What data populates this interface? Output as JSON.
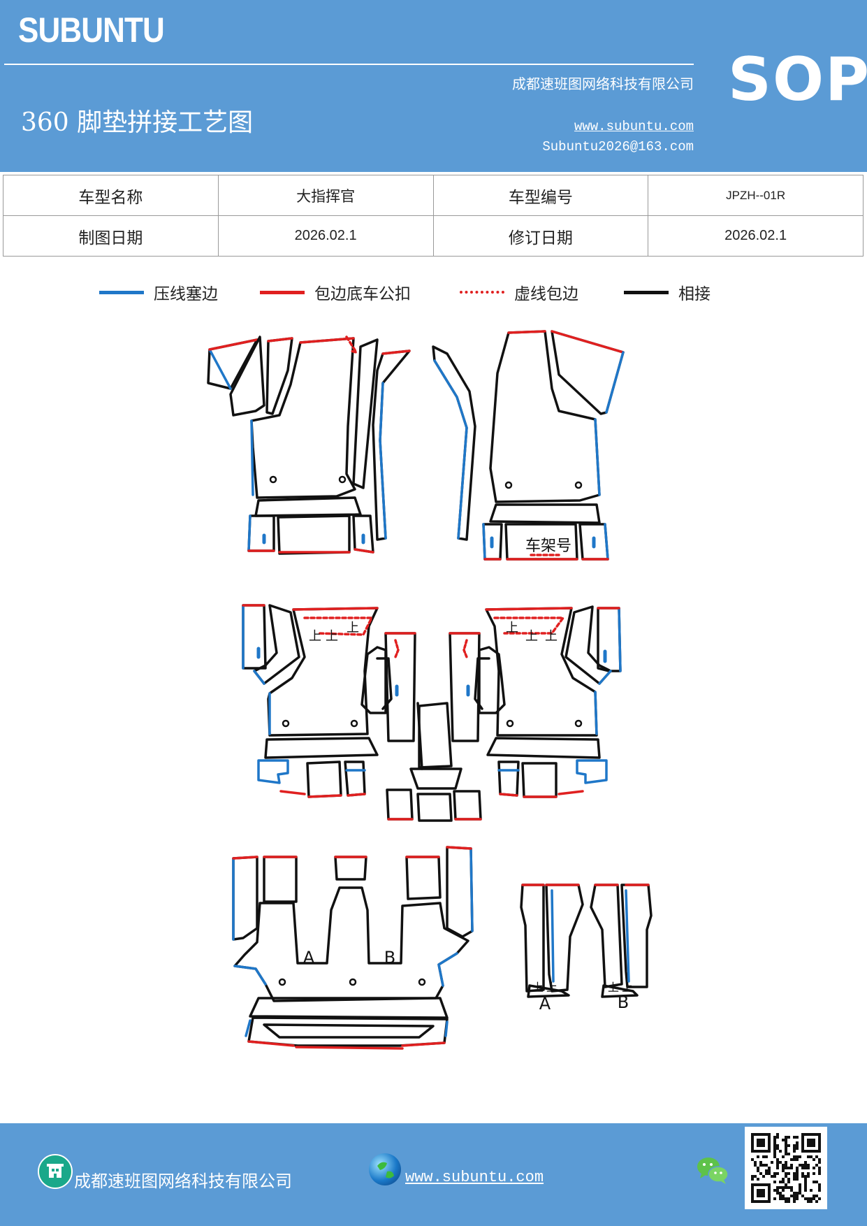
{
  "header": {
    "brand": "SUBUNTU",
    "company": "成都速班图网络科技有限公司",
    "title": "360 脚垫拼接工艺图",
    "website": "www.subuntu.com",
    "email": "Subuntu2026@163.com",
    "badge": "SOP"
  },
  "info": {
    "model_name_label": "车型名称",
    "model_name_value": "大指挥官",
    "model_code_label": "车型编号",
    "model_code_value": "JPZH--01R",
    "draw_date_label": "制图日期",
    "draw_date_value": "2026.02.1",
    "revise_date_label": "修订日期",
    "revise_date_value": "2026.02.1"
  },
  "legend": [
    {
      "label": "压线塞边",
      "color": "#1f77c8",
      "style": "solid"
    },
    {
      "label": "包边底车公扣",
      "color": "#e02020",
      "style": "solid"
    },
    {
      "label": "虚线包边",
      "color": "#e02020",
      "style": "dashed"
    },
    {
      "label": "相接",
      "color": "#111111",
      "style": "solid"
    }
  ],
  "drawing": {
    "frame_label": "车架号",
    "label_a": "A",
    "label_b": "B",
    "mark_up": "上"
  },
  "footer": {
    "company": "成都速班图网络科技有限公司",
    "website": "www.subuntu.com "
  },
  "colors": {
    "header_bg": "#5b9bd5",
    "blue_line": "#1f77c8",
    "red_line": "#e02020",
    "black_line": "#111111"
  }
}
